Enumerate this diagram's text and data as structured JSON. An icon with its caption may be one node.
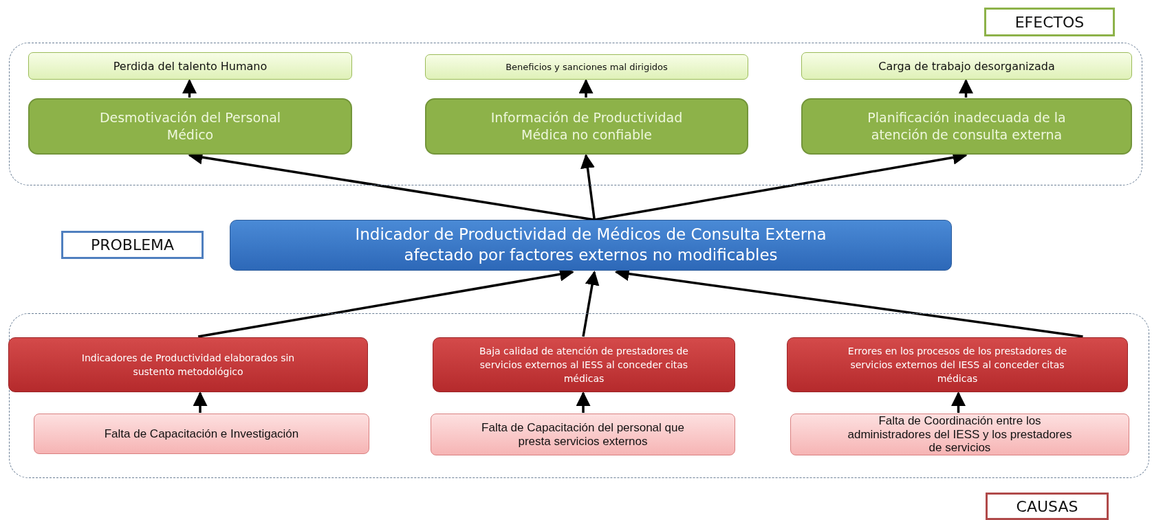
{
  "diagram": {
    "nodes": [
      {
        "text": [
          "EFECTOS"
        ]
      },
      {
        "text": [],
        "shape": "box"
      },
      {
        "text": [
          "Perdida del talento Humano"
        ],
        "in": 1
      },
      {
        "text": [
          "Beneficios y sanciones mal dirigidos"
        ],
        "in": 1
      },
      {
        "text": [
          "Carga de trabajo desorganizada"
        ],
        "in": 1
      },
      {
        "text": [
          "Desmotivación del Personal Médico"
        ],
        "in": 1
      },
      {
        "text": [
          "Información de Productividad Médica no confiable"
        ],
        "in": 1
      },
      {
        "text": [
          "Planificación inadecuada de la atención de consulta externa"
        ],
        "in": 1
      },
      {
        "text": [
          "PROBLEMA"
        ]
      },
      {
        "text": [
          "Indicador de Productividad de Médicos de Consulta Externa afectado por factores externos no modificables"
        ]
      },
      {
        "text": [],
        "shape": "box"
      },
      {
        "text": [
          "Indicadores de Productividad elaborados sin sustento metodológico"
        ],
        "in": 10
      },
      {
        "text": [
          "Baja calidad de atención de prestadores de servicios externos al IESS al conceder citas médicas"
        ],
        "in": 10
      },
      {
        "text": [
          "Errores en los procesos de los prestadores de servicios externos del IESS al conceder citas médicas"
        ],
        "in": 10
      },
      {
        "text": [
          "Falta de Capacitación e Investigación"
        ],
        "in": 10
      },
      {
        "text": [
          "Falta de Capacitación del personal que presta servicios externos"
        ],
        "in": 10
      },
      {
        "text": [
          "Falta de Coordinación entre los administradores del IESS y los prestadores de servicios"
        ],
        "in": 10
      },
      {
        "text": [
          "CAUSAS"
        ]
      }
    ],
    "edges": [
      {
        "from": 5,
        "to": 2,
        "arrow": "to"
      },
      {
        "from": 6,
        "to": 3,
        "arrow": "to"
      },
      {
        "from": 7,
        "to": 4,
        "arrow": "to"
      },
      {
        "from": 9,
        "to": 5,
        "arrow": "to"
      },
      {
        "from": 9,
        "to": 6,
        "arrow": "to"
      },
      {
        "from": 9,
        "to": 7,
        "arrow": "to"
      },
      {
        "from": 11,
        "to": 9,
        "arrow": "to"
      },
      {
        "from": 12,
        "to": 9,
        "arrow": "to"
      },
      {
        "from": 13,
        "to": 9,
        "arrow": "to"
      },
      {
        "from": 14,
        "to": 11,
        "arrow": "to"
      },
      {
        "from": 15,
        "to": 12,
        "arrow": "to"
      },
      {
        "from": 16,
        "to": 13,
        "arrow": "to"
      }
    ]
  }
}
